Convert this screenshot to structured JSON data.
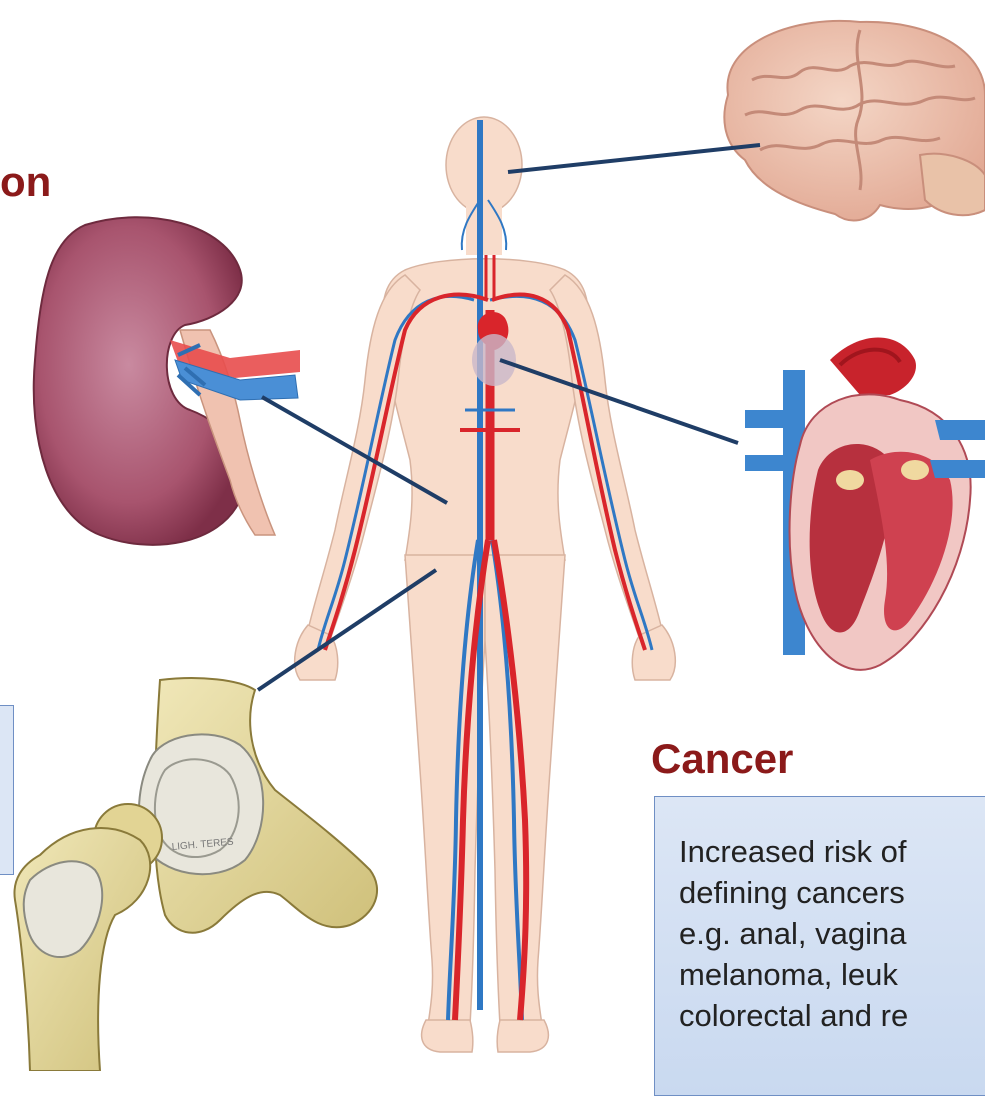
{
  "labels": {
    "kidney_heading_fragment": "on",
    "cancer_heading": "Cancer"
  },
  "cancer_box": {
    "lines": [
      "Increased risk of",
      "defining cancers",
      "e.g. anal, vagina",
      "melanoma, leuk",
      "colorectal and re"
    ]
  },
  "colors": {
    "heading": "#8b1a1a",
    "connector": "#1f3d66",
    "artery": "#d9252b",
    "vein": "#2f78c4",
    "skin": "#f7d9c4",
    "box_fill": "#dce6f5"
  }
}
